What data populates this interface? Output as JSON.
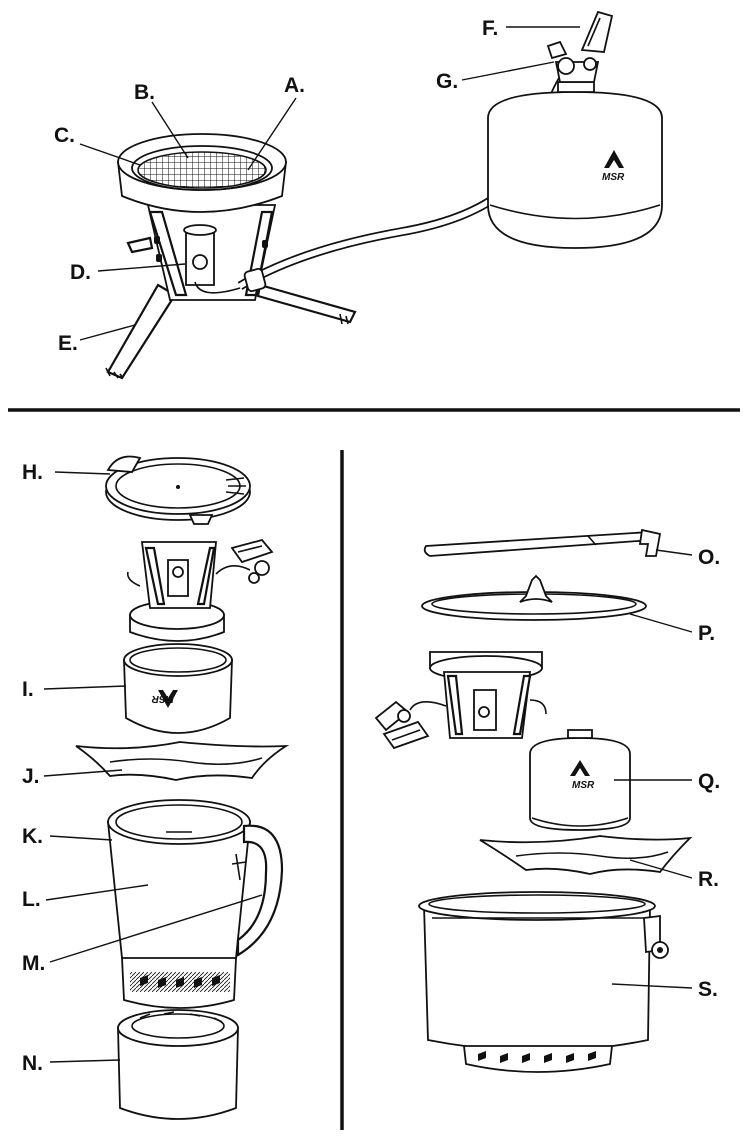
{
  "labels": {
    "A": "A.",
    "B": "B.",
    "C": "C.",
    "D": "D.",
    "E": "E.",
    "F": "F.",
    "G": "G.",
    "H": "H.",
    "I": "I.",
    "J": "J.",
    "K": "K.",
    "L": "L.",
    "M": "M.",
    "N": "N.",
    "O": "O.",
    "P": "P.",
    "Q": "Q.",
    "R": "R.",
    "S": "S."
  },
  "brand": {
    "canister_logo_top": "MSR",
    "bowl_logo": "MSR",
    "canister_logo_right": "MSR"
  }
}
